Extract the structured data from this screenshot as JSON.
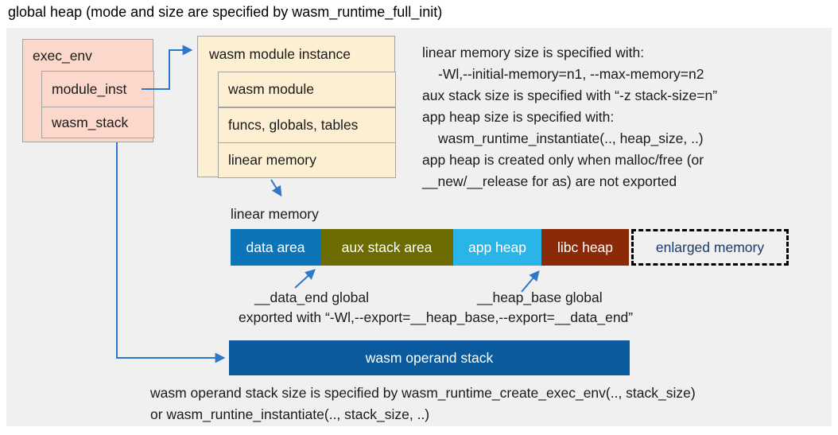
{
  "title": "global heap (mode and size are specified by wasm_runtime_full_init)",
  "exec_env": {
    "title": "exec_env",
    "fields": [
      "module_inst",
      "wasm_stack"
    ]
  },
  "module_instance": {
    "title": "wasm module instance",
    "rows": [
      "wasm module",
      "funcs, globals, tables",
      "linear memory"
    ]
  },
  "notes_right": {
    "lines": [
      "linear memory size is specified with:",
      "-Wl,--initial-memory=n1, --max-memory=n2",
      "aux stack size is specified with “-z stack-size=n”",
      "app heap size is specified with:",
      "wasm_runtime_instantiate(.., heap_size, ..)",
      "app heap is created only when malloc/free (or",
      "__new/__release for as) are not exported"
    ]
  },
  "linear_memory": {
    "label": "linear memory",
    "segments": [
      {
        "label": "data area",
        "color": "#0c74b8"
      },
      {
        "label": "aux stack area",
        "color": "#6c6c00"
      },
      {
        "label": "app heap",
        "color": "#29b5e8"
      },
      {
        "label": "libc heap",
        "color": "#8a2a08"
      }
    ],
    "enlarged": {
      "label": "enlarged memory",
      "text_color": "#1a3a68"
    }
  },
  "annotations": {
    "data_end": "__data_end global",
    "heap_base": "__heap_base global",
    "exported": "exported with “-Wl,--export=__heap_base,--export=__data_end”"
  },
  "operand_stack": {
    "label": "wasm operand stack",
    "color": "#0b5a9e"
  },
  "notes_bottom": {
    "lines": [
      "wasm operand stack size is specified by wasm_runtime_create_exec_env(.., stack_size)",
      "or wasm_runtine_instantiate(.., stack_size, ..)"
    ]
  },
  "colors": {
    "arrow": "#2e78cc",
    "panel_bg": "#f0f0f0",
    "exec_env_bg": "#fbd8cb",
    "instance_bg": "#fdf0d2"
  }
}
